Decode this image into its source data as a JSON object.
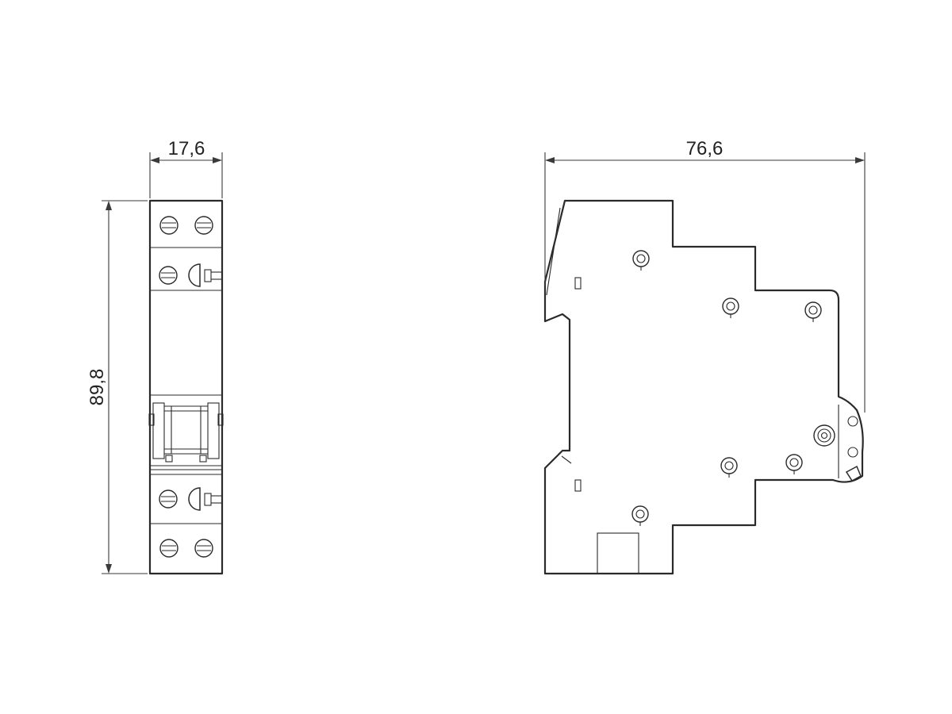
{
  "dimensions": {
    "front_width": "17,6",
    "height": "89,8",
    "side_depth": "76,6"
  },
  "colors": {
    "line": "#2a2a2a",
    "background": "#ffffff"
  }
}
